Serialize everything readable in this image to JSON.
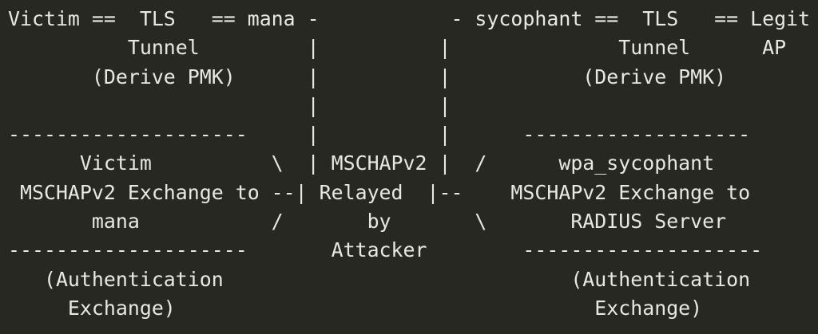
{
  "diagram": {
    "title": "MSCHAPv2 relay attack via mana and wpa_sycophant",
    "nodes": {
      "victim": "Victim",
      "mana": "mana",
      "sycophant": "sycophant",
      "legit_ap": "Legit AP",
      "left_tunnel": "TLS Tunnel (Derive PMK)",
      "right_tunnel": "TLS Tunnel (Derive PMK)",
      "left_exchange": "Victim MSCHAPv2 Exchange to mana",
      "relay": "MSCHAPv2 Relayed by Attacker",
      "right_exchange": "wpa_sycophant MSCHAPv2 Exchange to RADIUS Server",
      "left_caption": "(Authentication Exchange)",
      "right_caption": "(Authentication Exchange)"
    },
    "lines": [
      "Victim ==  TLS   == mana -           - sycophant ==  TLS   == Legit",
      "          Tunnel         |          |              Tunnel      AP",
      "       (Derive PMK)      |          |           (Derive PMK)",
      "                         |          |",
      "--------------------     |          |      -------------------",
      "      Victim          \\  | MSCHAPv2 |  /      wpa_sycophant",
      " MSCHAPv2 Exchange to --| Relayed  |--    MSCHAPv2 Exchange to",
      "       mana           /       by       \\       RADIUS Server",
      "--------------------       Attacker        --------------------",
      "   (Authentication                             (Authentication",
      "     Exchange)                                   Exchange)"
    ]
  }
}
